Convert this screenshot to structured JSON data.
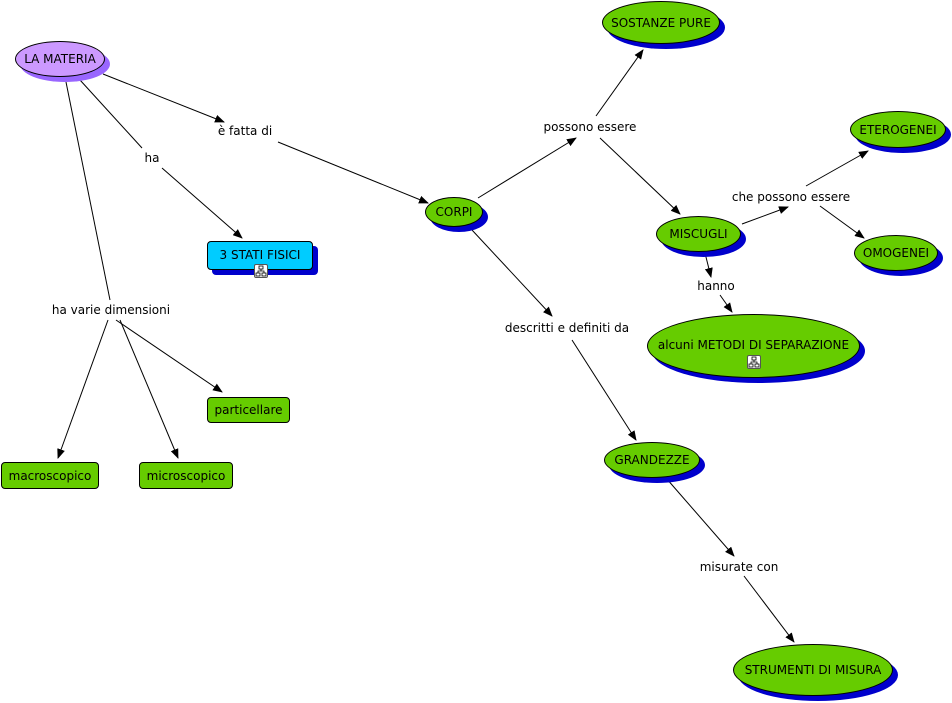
{
  "nodes": {
    "materia": "LA MATERIA",
    "stati": "3 STATI FISICI",
    "corpi": "CORPI",
    "sostanze": "SOSTANZE PURE",
    "miscugli": "MISCUGLI",
    "eterogenei": "ETEROGENEI",
    "omogenei": "OMOGENEI",
    "metodi": "alcuni METODI DI SEPARAZIONE",
    "grandezze": "GRANDEZZE",
    "strumenti": "STRUMENTI DI MISURA",
    "particellare": "particellare",
    "macroscopico": "macroscopico",
    "microscopico": "microscopico"
  },
  "links": {
    "fatta": "è fatta di",
    "ha": "ha",
    "dimensioni": "ha varie dimensioni",
    "possono": "possono essere",
    "che_possono": "che possono essere",
    "hanno": "hanno",
    "descritti": "descritti e definiti da",
    "misurate": "misurate con"
  },
  "colors": {
    "concept_green": "#66cc00",
    "concept_purple": "#cc99ff",
    "concept_blue": "#00ccff",
    "shadow_blue": "#0000cc"
  },
  "icons": {
    "submap": "concept-map-link-icon"
  }
}
